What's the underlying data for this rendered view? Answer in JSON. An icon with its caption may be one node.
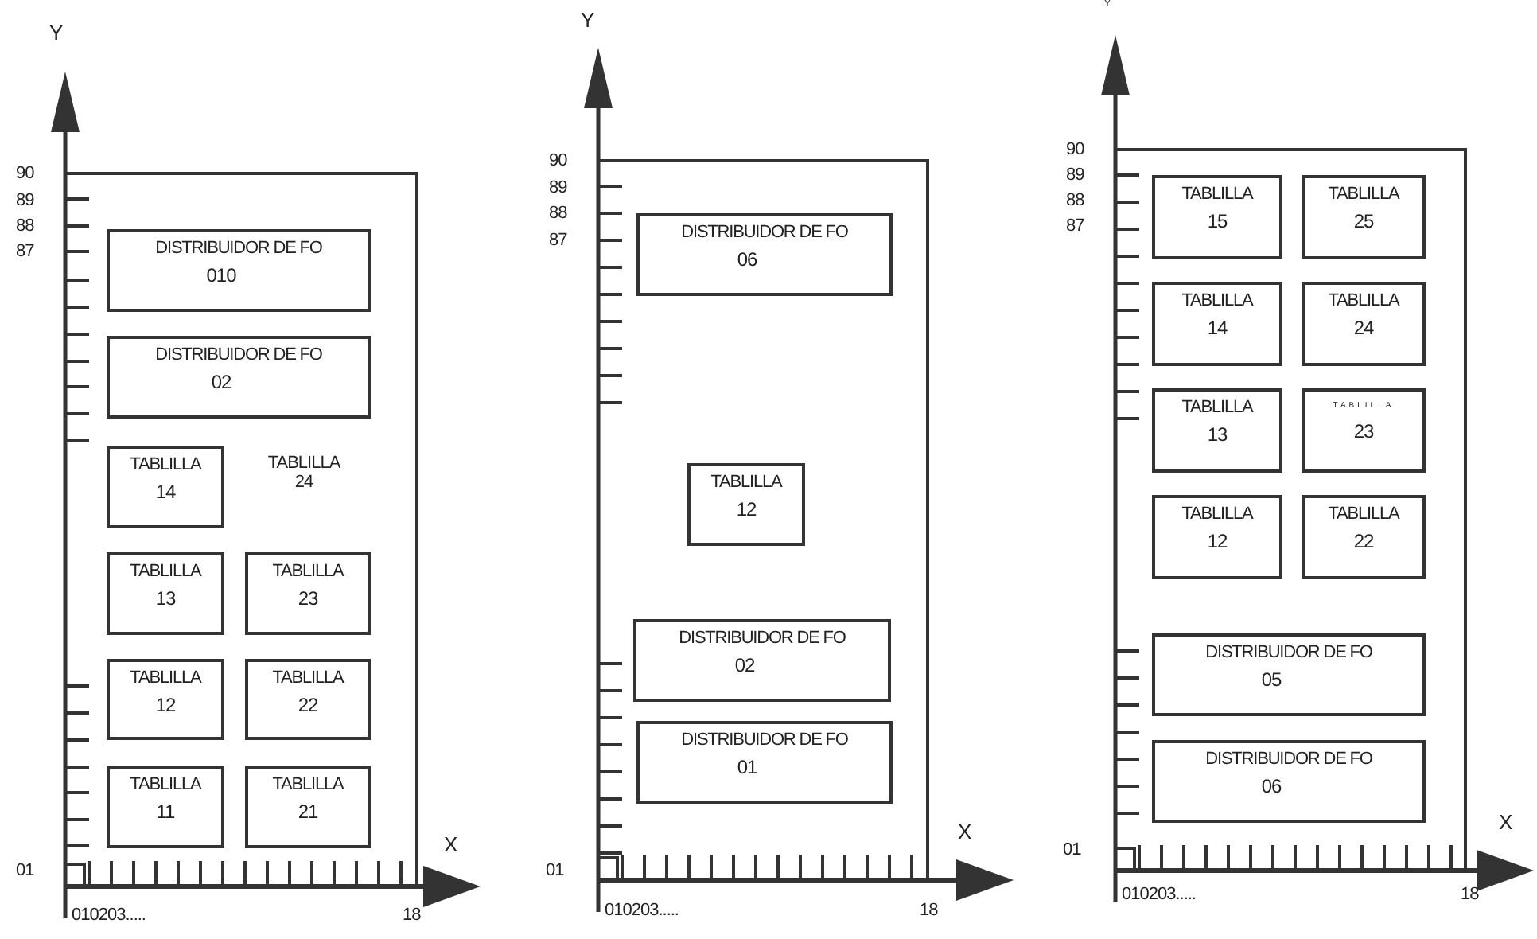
{
  "diagram": {
    "nodes": [
      {
        "text": [],
        "shape": "box"
      },
      {
        "text": [
          "DISTRIBUIDOR DE FO",
          "010"
        ],
        "in": 0
      },
      {
        "text": [
          "DISTRIBUIDOR DE FO",
          "02"
        ],
        "in": 0
      },
      {
        "text": [
          "TABLILLA",
          "14"
        ],
        "in": 0
      },
      {
        "text": [
          "TABLILLA",
          "13"
        ],
        "in": 0
      },
      {
        "text": [
          "TABLILLA",
          "23"
        ],
        "in": 0
      },
      {
        "text": [
          "TABLILLA",
          "12"
        ],
        "in": 0
      },
      {
        "text": [
          "TABLILLA",
          "22"
        ],
        "in": 0
      },
      {
        "text": [
          "TABLILLA",
          "11"
        ],
        "in": 0
      },
      {
        "text": [
          "TABLILLA",
          "21"
        ],
        "in": 0
      },
      {
        "text": [],
        "shape": "box"
      },
      {
        "text": [
          "DISTRIBUIDOR DE FO",
          "06"
        ],
        "in": 10
      },
      {
        "text": [
          "TABLILLA",
          "12"
        ],
        "in": 10
      },
      {
        "text": [
          "DISTRIBUIDOR DE FO",
          "02"
        ],
        "in": 10
      },
      {
        "text": [
          "DISTRIBUIDOR DE FO",
          "01"
        ],
        "in": 10
      },
      {
        "text": [],
        "shape": "box"
      },
      {
        "text": [
          "TABLILLA",
          "15"
        ],
        "in": 15
      },
      {
        "text": [
          "TABLILLA",
          "25"
        ],
        "in": 15
      },
      {
        "text": [
          "TABLILLA",
          "14"
        ],
        "in": 15
      },
      {
        "text": [
          "TABLILLA",
          "24"
        ],
        "in": 15
      },
      {
        "text": [
          "TABLILLA",
          "13"
        ],
        "in": 15
      },
      {
        "text": [
          "TABLILLA",
          "23"
        ],
        "in": 15
      },
      {
        "text": [
          "TABLILLA",
          "12"
        ],
        "in": 15
      },
      {
        "text": [
          "TABLILLA",
          "22"
        ],
        "in": 15
      },
      {
        "text": [
          "DISTRIBUIDOR DE FO",
          "05"
        ],
        "in": 15
      },
      {
        "text": [
          "DISTRIBUIDOR DE FO",
          "06"
        ],
        "in": 15
      }
    ],
    "edges": [],
    "labels": [
      "Y",
      "90",
      "89",
      "88",
      "87",
      "TABLILLA 24",
      "X",
      "01",
      "010203.....",
      "18",
      "Y",
      "90",
      "89",
      "88",
      "87",
      "X",
      "01",
      "010203.....",
      "18",
      "Y",
      "90",
      "89",
      "88",
      "87",
      "X",
      "01",
      "010203.....",
      "18"
    ]
  }
}
